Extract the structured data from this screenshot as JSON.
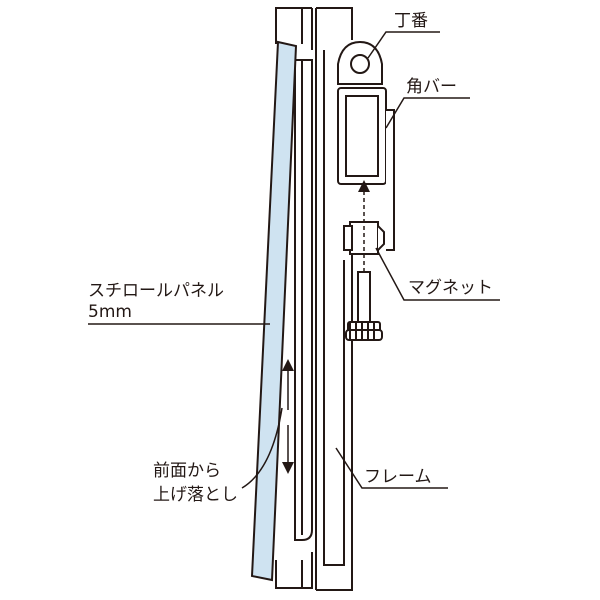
{
  "labels": {
    "hinge": "丁番",
    "square_bar": "角バー",
    "magnet": "マグネット",
    "styrofoam_panel_line1": "スチロールパネル",
    "styrofoam_panel_line2": "5mm",
    "front_drop_line1": "前面から",
    "front_drop_line2": "上げ落とし",
    "frame": "フレーム"
  },
  "colors": {
    "stroke": "#231815",
    "panel_fill": "#cfe3f1",
    "background": "#ffffff"
  }
}
